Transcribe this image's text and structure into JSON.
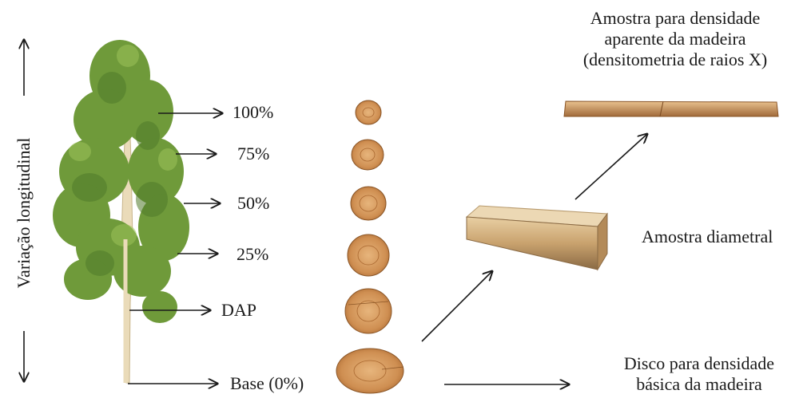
{
  "axis": {
    "title": "Variação longitudinal"
  },
  "heights": [
    {
      "label": "100%"
    },
    {
      "label": "75%"
    },
    {
      "label": "50%"
    },
    {
      "label": "25%"
    },
    {
      "label": "DAP"
    },
    {
      "label": "Base (0%)"
    }
  ],
  "samples": {
    "xray": {
      "line1": "Amostra para densidade",
      "line2": "aparente da madeira",
      "line3": "(densitometria de raios X)"
    },
    "diametral": {
      "label": "Amostra diametral"
    },
    "disc": {
      "line1": "Disco para densidade",
      "line2": "básica da madeira"
    }
  },
  "colors": {
    "foliage": "#6f9a3a",
    "foliage_dark": "#4f7a2a",
    "trunk": "#e9d9b6",
    "wood": "#c98c4e",
    "wood_light": "#dfae77",
    "arrow": "#1a1a1a"
  }
}
